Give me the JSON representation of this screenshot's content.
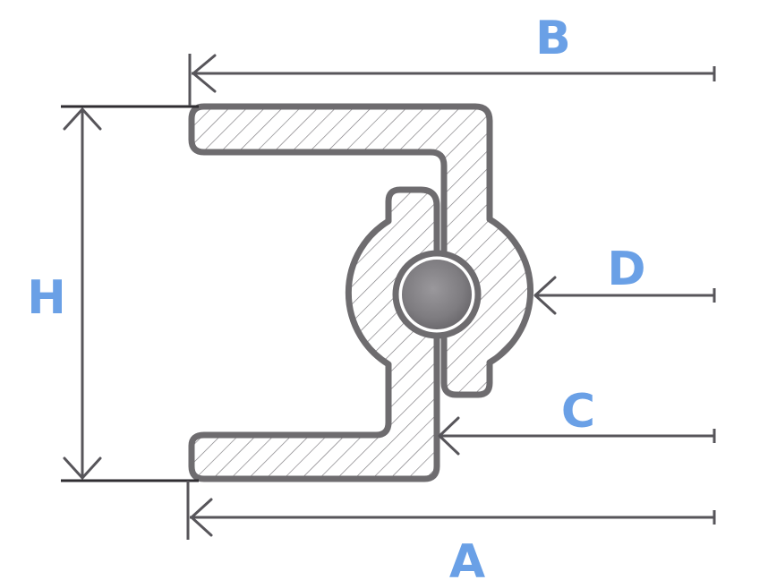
{
  "labels": {
    "a": "A",
    "b": "B",
    "c": "C",
    "d": "D",
    "h": "H"
  },
  "colors": {
    "label": "#6aa0e6",
    "outline": "#6e6c6f",
    "dimension_line": "#57555a",
    "hatch": "#7a787c",
    "pin": "#7e7c80"
  }
}
